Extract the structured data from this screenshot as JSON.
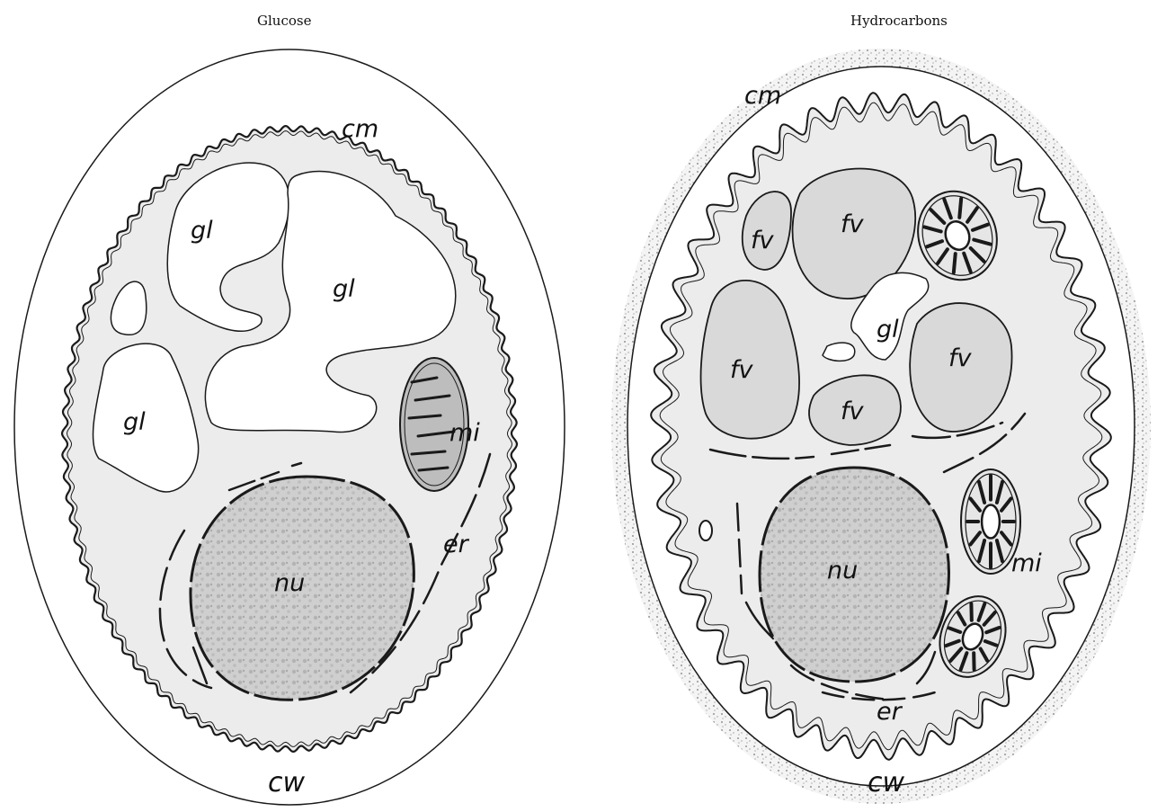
{
  "panels": [
    {
      "title": "Glucose",
      "labels": {
        "cm": "cm",
        "gl": "gl",
        "mi": "mi",
        "er": "er",
        "nu": "nu",
        "cw": "cw"
      }
    },
    {
      "title": "Hydrocarbons",
      "labels": {
        "cm": "cm",
        "fv": "fv",
        "gl": "gl",
        "mi": "mi",
        "er": "er",
        "nu": "nu",
        "cw": "cw"
      }
    }
  ],
  "colors": {
    "line": "#1a1a1a",
    "cytoplasm": "#ececec",
    "nucleus": "#c9c9c9",
    "vacuole": "#d9d9d9",
    "wall": "#ffffff"
  }
}
